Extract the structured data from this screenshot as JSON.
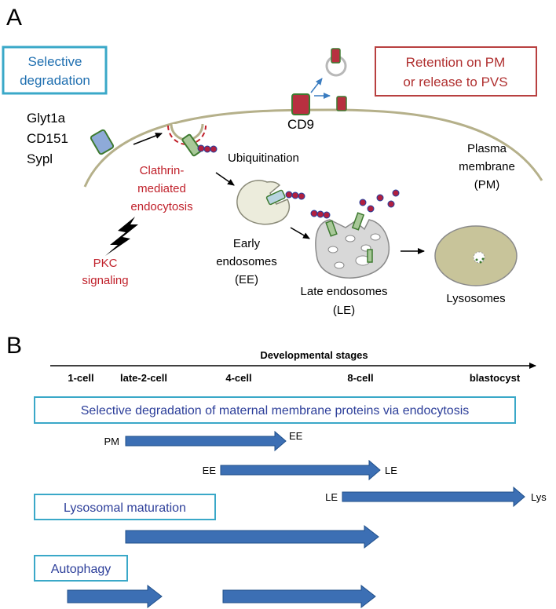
{
  "panel_a": {
    "letter": "A",
    "selective_box": [
      "Selective",
      "degradation"
    ],
    "retention_box": [
      "Retention on PM",
      "or release to PVS"
    ],
    "proteins": [
      "Glyt1a",
      "CD151",
      "Sypl"
    ],
    "cd9": "CD9",
    "ubiquitination": "Ubiquitination",
    "plasma_membrane": [
      "Plasma",
      "membrane",
      "(PM)"
    ],
    "clathrin": [
      "Clathrin-",
      "mediated",
      "endocytosis"
    ],
    "pkc": [
      "PKC",
      "signaling"
    ],
    "early_endosomes": [
      "Early",
      "endosomes",
      "(EE)"
    ],
    "late_endosomes": [
      "Late endosomes",
      "(LE)"
    ],
    "lysosomes": "Lysosomes",
    "colors": {
      "membrane": "#b5b08a",
      "selective_box": "#3aa8c8",
      "retention_box": "#b84040",
      "red_text": "#c0202a",
      "protein_blue": "#8eaad8",
      "protein_red": "#b83040",
      "protein_green": "#8ab060",
      "ubiquitin": "#b02040",
      "early_endosome": "#ececdc",
      "late_endosome": "#d8d8d8",
      "lysosome": "#c8c49a"
    }
  },
  "panel_b": {
    "letter": "B",
    "axis_title": "Developmental stages",
    "stages": [
      "1-cell",
      "late-2-cell",
      "4-cell",
      "8-cell",
      "blastocyst"
    ],
    "boxes": {
      "selective": "Selective degradation of maternal membrane proteins via endocytosis",
      "lysosomal": "Lysosomal maturation",
      "autophagy": "Autophagy"
    },
    "arrow_labels": {
      "pm_start": "PM",
      "ee_end": "EE",
      "ee_start": "EE",
      "le_end": "LE",
      "le_start": "LE",
      "lys_end": "Lys"
    },
    "colors": {
      "arrow_fill": "#3c6fb4",
      "arrow_stroke": "#1f4f8a",
      "box_border": "#3aa8c8",
      "box_text": "#2d3f9a"
    }
  }
}
